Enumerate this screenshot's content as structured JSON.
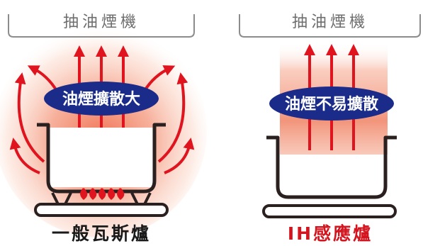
{
  "colors": {
    "arrow_red": "#e0141e",
    "oval_navy": "#1a2b8a",
    "outline_dark": "#2a2020",
    "hood_gray": "#8c8c8c",
    "gas_label": "#1a1a1a",
    "ih_label": "#d4141e"
  },
  "left": {
    "hood_label": "抽油煙機",
    "oval_label": "油煙擴散大",
    "bottom_label": "一般瓦斯爐"
  },
  "right": {
    "hood_label": "抽油煙機",
    "oval_label": "油煙不易擴散",
    "bottom_label": "IH感應爐"
  }
}
